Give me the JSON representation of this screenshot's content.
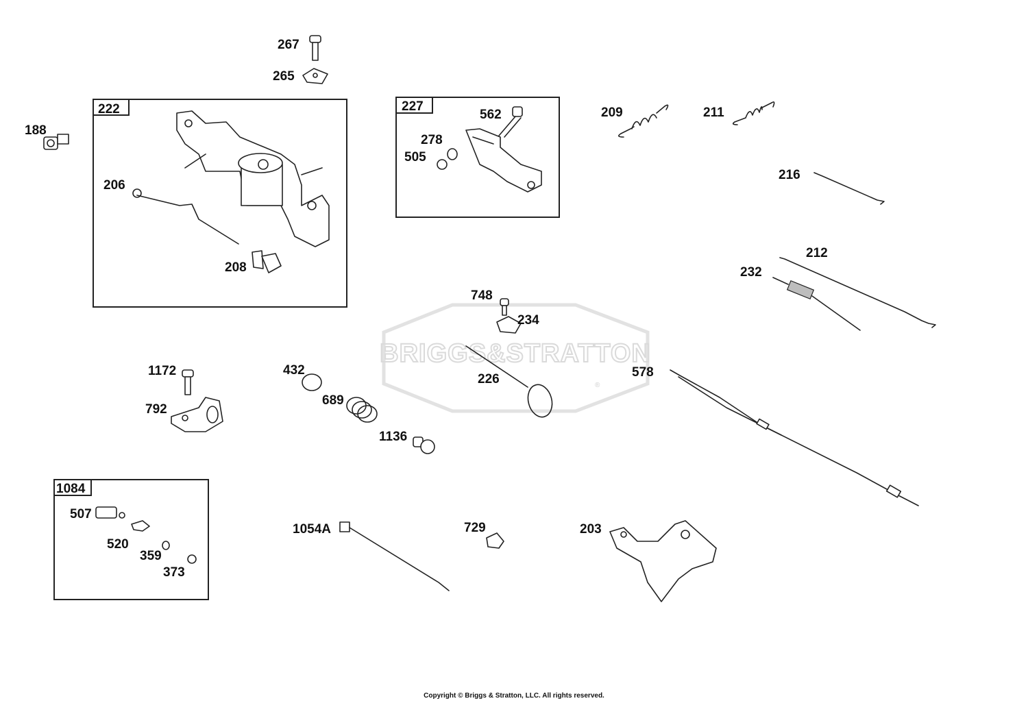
{
  "watermark": {
    "brand": "BRIGGS&STRATTON",
    "registered_mark": "®"
  },
  "copyright": "Copyright © Briggs & Stratton, LLC. All rights reserved.",
  "group_boxes": [
    {
      "id": "222"
    },
    {
      "id": "227"
    },
    {
      "id": "1084"
    }
  ],
  "part_labels": [
    "267",
    "265",
    "188",
    "206",
    "208",
    "562",
    "278",
    "505",
    "209",
    "211",
    "216",
    "212",
    "232",
    "748",
    "234",
    "226",
    "578",
    "1172",
    "792",
    "432",
    "689",
    "1136",
    "507",
    "520",
    "359",
    "373",
    "1054A",
    "729",
    "203"
  ]
}
